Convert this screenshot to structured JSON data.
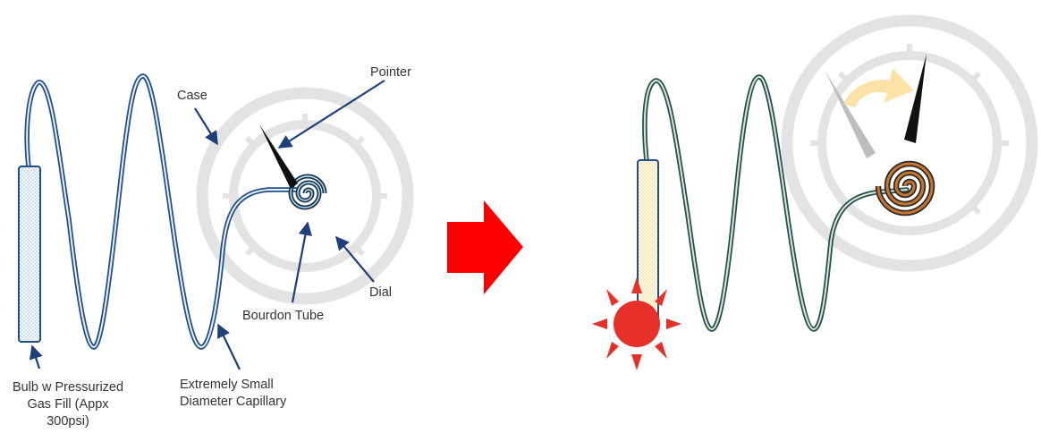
{
  "labels": {
    "pointer": "Pointer",
    "case": "Case",
    "dial": "Dial",
    "bourdon_tube": "Bourdon Tube",
    "bulb": [
      "Bulb w Pressurized",
      "Gas Fill (Appx",
      "300psi)"
    ],
    "capillary": [
      "Extremely Small",
      "Diameter Capillary"
    ]
  },
  "colors": {
    "tube_outline": "#1f4e8a",
    "arrow": "#1f3f7a",
    "dial_gray": "#e3e3e3",
    "transition_arrow": "#ff0000",
    "heat_sun": "#e8302a",
    "heated_coil": "#b5651d",
    "motion_arrow": "#fbe3a8",
    "pointer_black": "#111111"
  },
  "icons": [
    "sun-icon",
    "right-arrow-icon",
    "pointer-needle-icon",
    "motion-curved-arrow-icon"
  ]
}
